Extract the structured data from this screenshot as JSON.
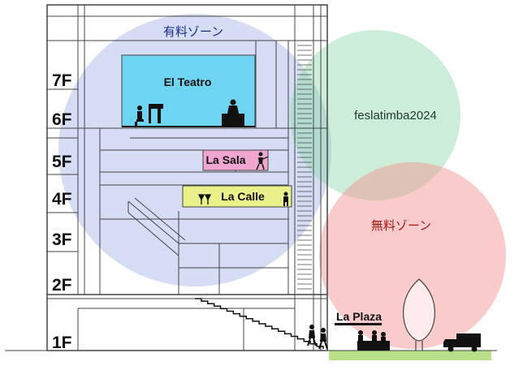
{
  "zones": {
    "paid": {
      "label": "有料ゾーン",
      "color": "#9fb3e6"
    },
    "fesla": {
      "label": "feslatimba2024",
      "color": "#8fd9a8"
    },
    "free": {
      "label": "無料ゾーン",
      "color": "#f58c8c"
    }
  },
  "floors": [
    "7F",
    "6F",
    "5F",
    "4F",
    "3F",
    "2F",
    "1F"
  ],
  "rooms": {
    "teatro": {
      "label": "El  Teatro",
      "color": "#6fd3f2"
    },
    "sala": {
      "label": "La Sala",
      "color": "#f0a6cf"
    },
    "calle": {
      "label": "La Calle",
      "color": "#eaf08a"
    },
    "plaza": {
      "label": "La Plaza",
      "color": "#d9a84a"
    }
  },
  "colors": {
    "line": "#444444",
    "ground": "#b8e08a",
    "figure": "#111111"
  },
  "icons": [
    "piano-player-icon",
    "singer-icon",
    "dancer-icon",
    "wine-glasses-icon",
    "walking-people-icon",
    "cafe-table-icon",
    "tree-icon",
    "truck-icon"
  ]
}
